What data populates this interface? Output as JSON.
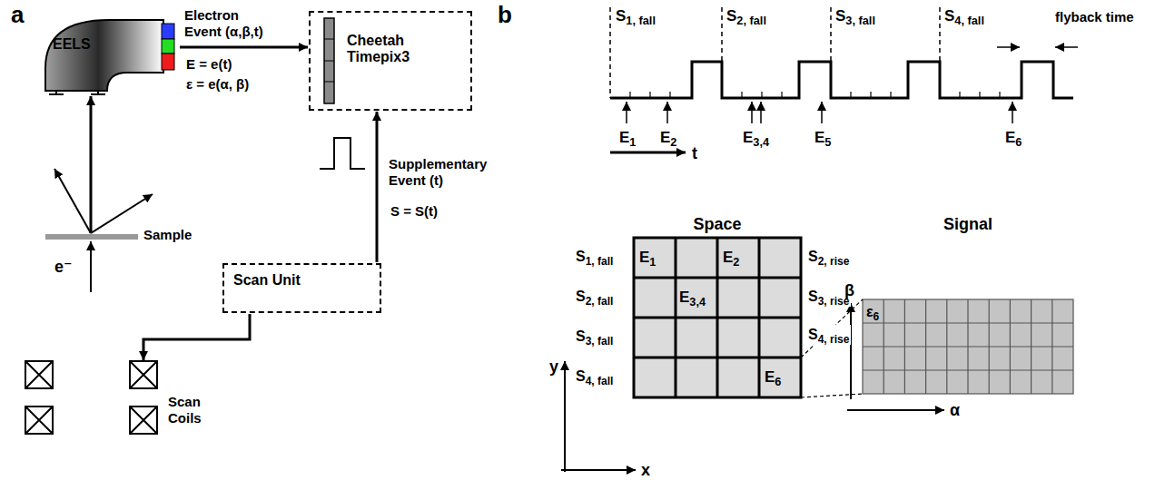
{
  "diagram": {
    "nodes": [
      {
        "text": [
          "EELS"
        ]
      },
      {
        "text": [
          "Cheetah Timepix3"
        ]
      },
      {
        "text": [
          "Sample"
        ]
      },
      {
        "text": [
          "Scan Unit"
        ]
      },
      {
        "text": [
          "Scan Coils"
        ]
      },
      {
        "text": [
          "Space"
        ]
      },
      {
        "text": [
          "Signal"
        ]
      }
    ],
    "edges": [
      {
        "from": 0,
        "to": 1,
        "arrow": "to",
        "label": "Electron Event (α,β,t)"
      },
      {
        "from": 2,
        "to": 0,
        "arrow": "to"
      },
      {
        "from": 3,
        "to": 1,
        "arrow": "to",
        "label": "Supplementary Event (t)"
      },
      {
        "from": 3,
        "to": 4,
        "arrow": "to"
      }
    ],
    "labels": [
      "a",
      "b",
      "E = e(t)",
      "ε = e(α, β)",
      "e⁻",
      "S = S(t)",
      "S1, fall",
      "S2, fall",
      "S3, fall",
      "S4, fall",
      "E1",
      "E2",
      "E3,4",
      "E5",
      "E6",
      "t",
      "flyback time",
      "S1, fall",
      "S2, rise",
      "S2, fall",
      "S3, rise",
      "S3, fall",
      "S4, rise",
      "S4, fall",
      "E1",
      "E2",
      "E3,4",
      "E6",
      "y",
      "x",
      "β",
      "α",
      "ε6"
    ]
  }
}
